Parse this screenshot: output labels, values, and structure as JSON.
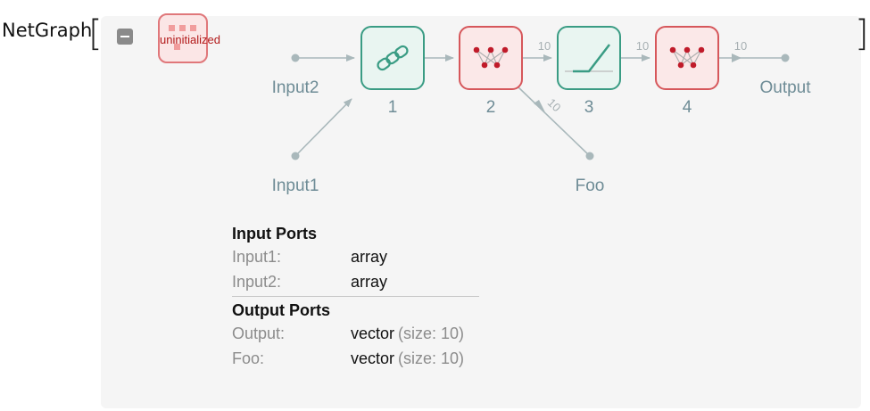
{
  "head": "NetGraph",
  "bracket_open": "[",
  "bracket_close": "]",
  "badge": {
    "text": "uninitialized"
  },
  "graph": {
    "nodes": [
      {
        "index": "1",
        "kind": "catenate"
      },
      {
        "index": "2",
        "kind": "linear"
      },
      {
        "index": "3",
        "kind": "ramp"
      },
      {
        "index": "4",
        "kind": "linear"
      }
    ],
    "ports": {
      "input1": "Input1",
      "input2": "Input2",
      "output": "Output",
      "foo": "Foo"
    },
    "edge_dims": {
      "n2_n3": "10",
      "n3_n4": "10",
      "n4_out": "10",
      "n2_foo": "10"
    },
    "colors": {
      "green": "#3a9c84",
      "red": "#d6575b",
      "dot": "#c01b2a",
      "edge": "#a9b8bb"
    }
  },
  "ports_table": {
    "input_title": "Input Ports",
    "inputs": [
      {
        "name": "Input1:",
        "type": "array"
      },
      {
        "name": "Input2:",
        "type": "array"
      }
    ],
    "output_title": "Output Ports",
    "outputs": [
      {
        "name": "Output:",
        "type": "vector",
        "size": "(size: 10)"
      },
      {
        "name": "Foo:",
        "type": "vector",
        "size": "(size: 10)"
      }
    ]
  }
}
